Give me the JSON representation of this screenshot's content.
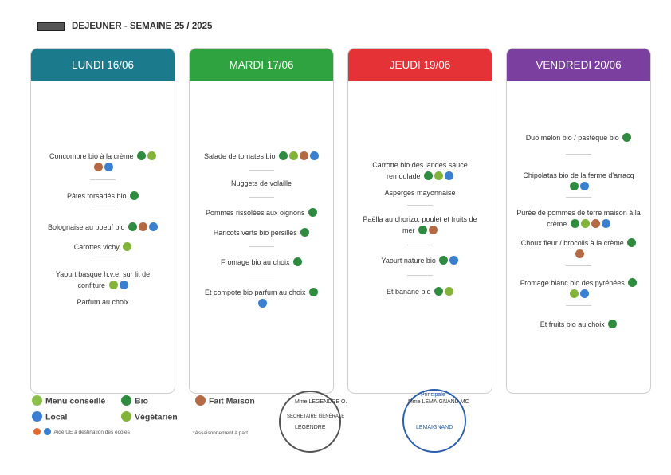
{
  "header": {
    "title": "DEJEUNER - SEMAINE 25 / 2025"
  },
  "days": [
    {
      "label": "LUNDI 16/06",
      "color": "#1c7a8d",
      "items": [
        {
          "text": "Concombre bio à la crème",
          "icons": [
            "bio",
            "veg",
            "fait",
            "loc"
          ]
        },
        {
          "text": "Pâtes torsadés bio",
          "icons": [
            "bio"
          ]
        },
        {
          "text": "Bolognaise au boeuf bio",
          "icons": [
            "bio",
            "fait",
            "loc"
          ]
        },
        {
          "text": "Carottes vichy",
          "icons": [
            "veg"
          ]
        },
        {
          "text": "Yaourt basque h.v.e. sur lit de confiture",
          "icons": [
            "veg",
            "loc"
          ]
        },
        {
          "text": "Parfum au choix",
          "icons": []
        }
      ]
    },
    {
      "label": "MARDI 17/06",
      "color": "#2ea33f",
      "items": [
        {
          "text": "Salade de tomates bio",
          "icons": [
            "bio",
            "veg",
            "fait",
            "loc"
          ]
        },
        {
          "text": "Nuggets de volaille",
          "icons": []
        },
        {
          "text": "Pommes rissolées aux oignons",
          "icons": [
            "bio"
          ]
        },
        {
          "text": "Haricots verts bio persillés",
          "icons": [
            "bio"
          ]
        },
        {
          "text": "Fromage bio au choix",
          "icons": [
            "bio"
          ]
        },
        {
          "text": "Et compote bio parfum au choix",
          "icons": [
            "bio",
            "loc"
          ]
        }
      ]
    },
    {
      "label": "JEUDI 19/06",
      "color": "#e53236",
      "items": [
        {
          "text": "Carrotte bio des landes sauce remoulade",
          "icons": [
            "bio",
            "veg",
            "loc"
          ]
        },
        {
          "text": "Asperges mayonnaise",
          "icons": []
        },
        {
          "text": "Paëlla au chorizo, poulet et fruits de mer",
          "icons": [
            "bio",
            "fait"
          ]
        },
        {
          "text": "Yaourt nature bio",
          "icons": [
            "bio",
            "loc"
          ]
        },
        {
          "text": "Et banane bio",
          "icons": [
            "bio",
            "veg"
          ]
        }
      ]
    },
    {
      "label": "VENDREDI 20/06",
      "color": "#7b3fa0",
      "items": [
        {
          "text": "Duo melon bio / pastèque bio",
          "icons": [
            "bio"
          ]
        },
        {
          "text": "Chipolatas bio de la ferme d'arracq",
          "icons": [
            "bio",
            "loc"
          ]
        },
        {
          "text": "Purée de pommes de terre maison à la crème",
          "icons": [
            "bio",
            "veg",
            "fait",
            "loc"
          ]
        },
        {
          "text": "Choux fleur / brocolis à la crème",
          "icons": [
            "bio",
            "fait"
          ]
        },
        {
          "text": "Fromage blanc bio des pyrénées",
          "icons": [
            "bio",
            "veg",
            "loc"
          ]
        },
        {
          "text": "Et fruits bio au choix",
          "icons": [
            "bio"
          ]
        }
      ]
    }
  ],
  "legend": {
    "menu_conseille": "Menu conseillé",
    "bio": "Bio",
    "fait_maison": "Fait Maison",
    "local": "Local",
    "vegetarien": "Végétarien",
    "aide_ue": "Aide UE à destination des écoles",
    "assaisonnement": "*Assaisonnement à part"
  },
  "signatures": {
    "secretaire": "Mme LEGENDRE O.",
    "principale": "Mme LEMAIGNAND MC"
  },
  "stamps": {
    "left_text": "SECRETAIRE GÉNÉRALE",
    "left_name": "LEGENDRE",
    "right_text": "Principale",
    "right_name": "LEMAIGNAND"
  }
}
